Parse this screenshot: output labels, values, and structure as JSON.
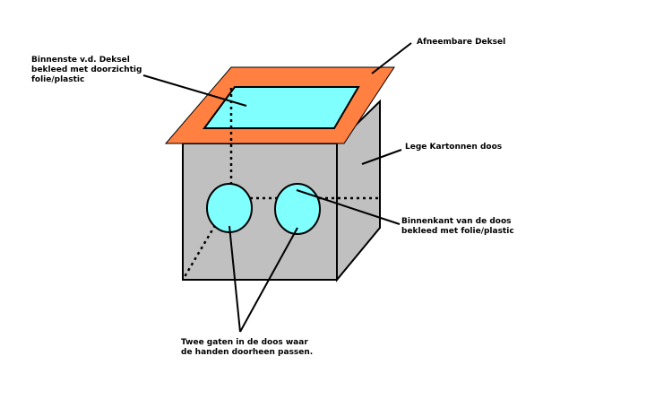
{
  "colors": {
    "box_gray": "#c0c0c0",
    "lid_orange": "#ff8040",
    "window_cyan": "#80ffff",
    "hole_cyan": "#80ffff",
    "outline": "#000000",
    "background": "#ffffff"
  },
  "labels": {
    "lid_inside": [
      "Binnenste v.d. Deksel",
      "bekleed met doorzichtig",
      "folie/plastic"
    ],
    "removable_lid": [
      "Afneembare Deksel"
    ],
    "empty_box": [
      "Lege Kartonnen doos"
    ],
    "inside_box": [
      "Binnenkant  van de doos",
      "bekleed met folie/plastic"
    ],
    "holes": [
      "Twee gaten in de doos waar",
      "de handen doorheen passen."
    ]
  }
}
